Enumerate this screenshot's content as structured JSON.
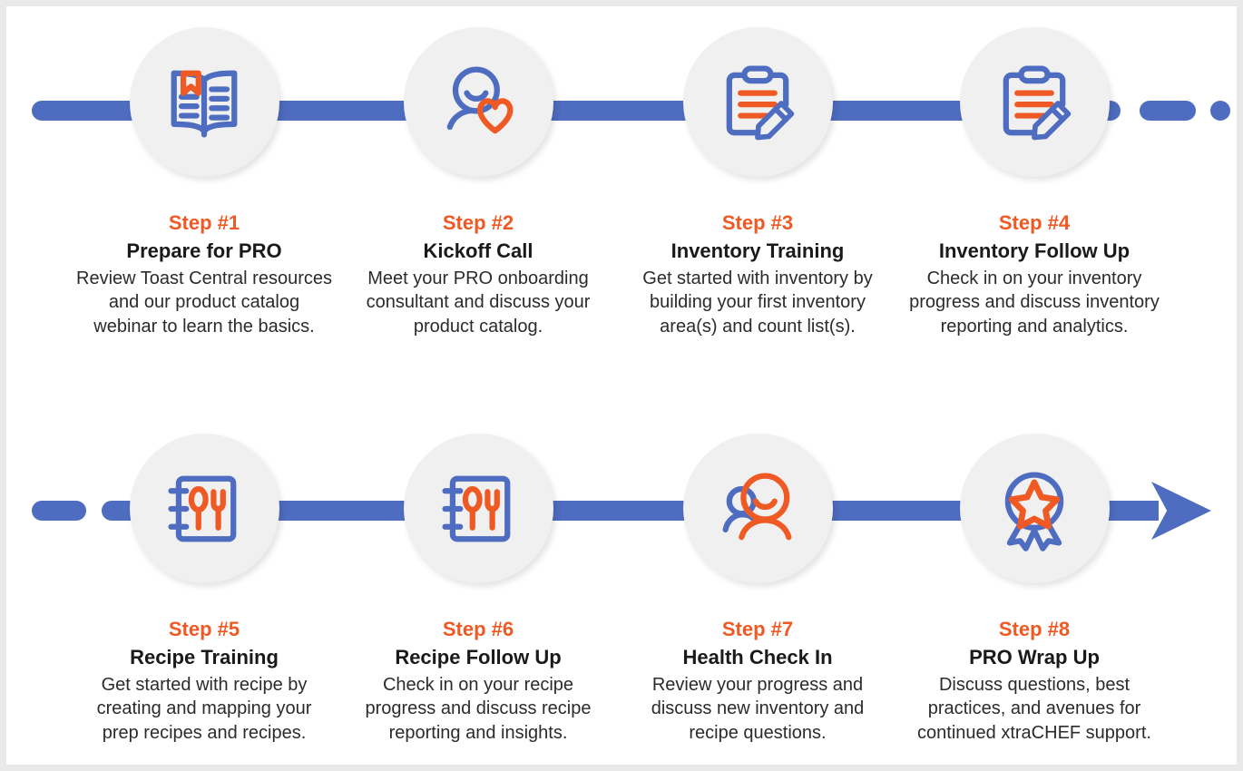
{
  "theme": {
    "accent_orange": "#ef5a24",
    "accent_blue": "#4e6cc0",
    "bubble_background": "#f0f0f0",
    "frame_border": "#e9e9e9",
    "title_color": "#1a1a1a",
    "body_color": "#2b2b2b"
  },
  "rows": [
    {
      "name": "row-1",
      "steps": [
        {
          "label": "Step #1",
          "title": "Prepare for PRO",
          "icon": "open-book-bookmark-icon",
          "desc_lines": [
            "Review Toast Central resources",
            "and our product catalog",
            "webinar to learn the basics."
          ]
        },
        {
          "label": "Step #2",
          "title": "Kickoff Call",
          "icon": "person-heart-icon",
          "desc_lines": [
            "Meet your PRO onboarding",
            "consultant and discuss your",
            "product catalog."
          ]
        },
        {
          "label": "Step #3",
          "title": "Inventory Training",
          "icon": "clipboard-pencil-icon",
          "desc_lines": [
            "Get started with inventory by",
            "building your first inventory",
            "area(s) and count list(s)."
          ]
        },
        {
          "label": "Step #4",
          "title": "Inventory Follow Up",
          "icon": "clipboard-pencil-icon",
          "desc_lines": [
            "Check in on your inventory",
            "progress and discuss inventory",
            "reporting and analytics."
          ]
        }
      ]
    },
    {
      "name": "row-2",
      "steps": [
        {
          "label": "Step #5",
          "title": "Recipe Training",
          "icon": "recipe-book-icon",
          "desc_lines": [
            "Get started with recipe by",
            "creating and mapping your",
            "prep recipes and recipes."
          ]
        },
        {
          "label": "Step #6",
          "title": "Recipe Follow Up",
          "icon": "recipe-book-icon",
          "desc_lines": [
            "Check in on your recipe",
            "progress and discuss recipe",
            "reporting and insights."
          ]
        },
        {
          "label": "Step #7",
          "title": "Health Check In",
          "icon": "two-people-icon",
          "desc_lines": [
            "Review your progress and",
            "discuss new inventory and",
            "recipe questions."
          ]
        },
        {
          "label": "Step #8",
          "title": "PRO Wrap Up",
          "icon": "award-ribbon-star-icon",
          "desc_lines": [
            "Discuss questions, best",
            "practices, and avenues for",
            "continued xtraCHEF support."
          ]
        }
      ]
    }
  ]
}
